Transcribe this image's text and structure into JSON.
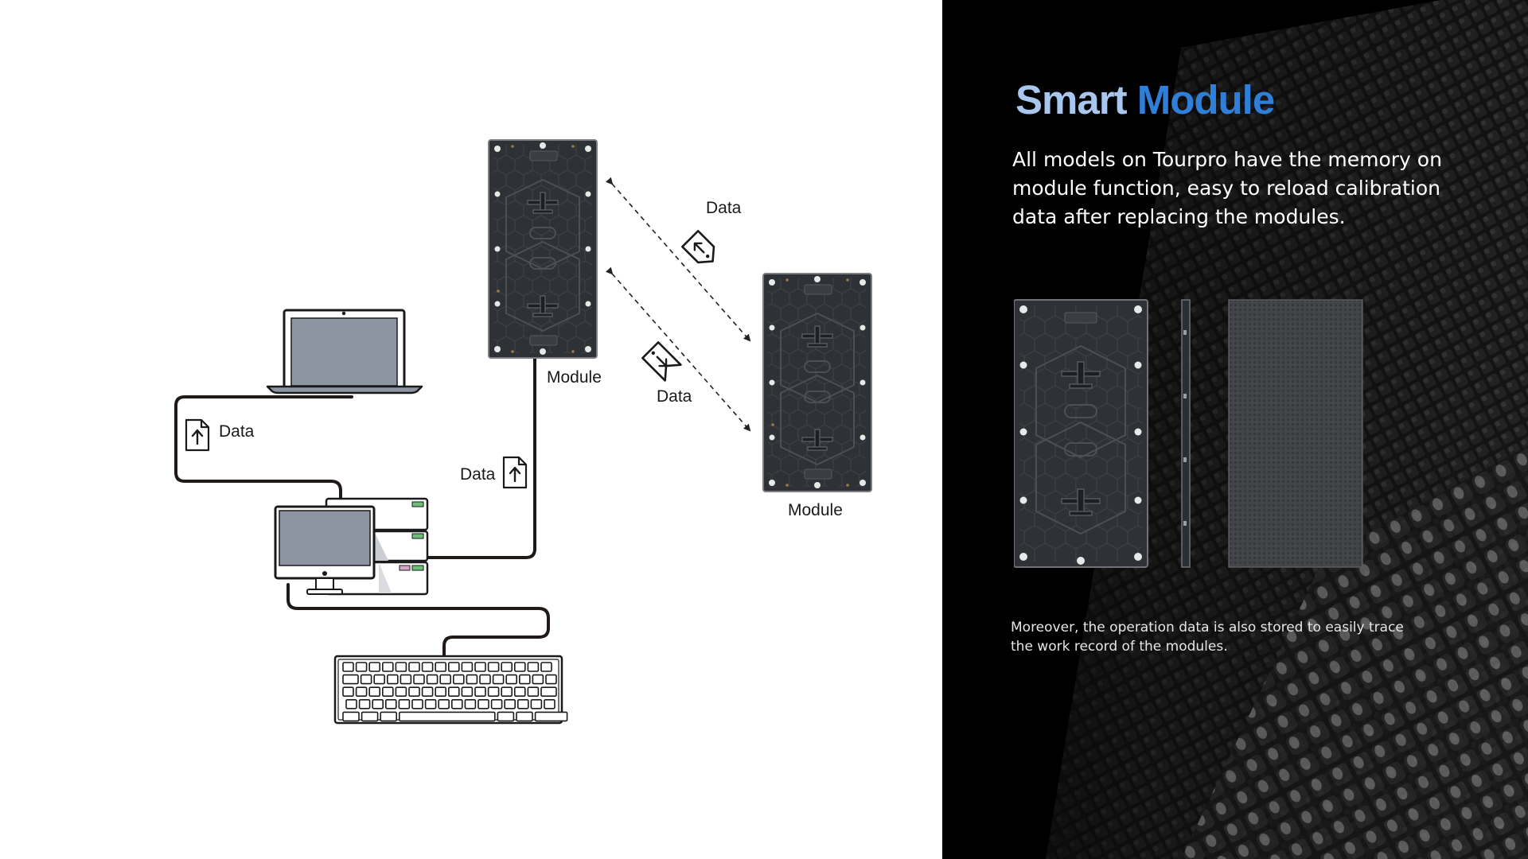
{
  "diagram": {
    "data_labels": {
      "laptop_upload": "Data",
      "pc_upload": "Data",
      "transfer_top": "Data",
      "transfer_bottom": "Data"
    },
    "module_labels": {
      "module_a": "Module",
      "module_b": "Module"
    }
  },
  "panel": {
    "title_word_1": "Smart",
    "title_word_2": "Module",
    "description": "All models on Tourpro have the memory on module function, easy to reload calibration data after replacing the modules.",
    "footnote": "Moreover, the operation data is also stored to easily trace the work record of the modules."
  },
  "colors": {
    "title_light": "#a8c6ee",
    "title_accent": "#2f7fd8",
    "module_body": "#2e3135",
    "screen": "#8d95a3",
    "panel_bg": "#000000"
  },
  "icons": [
    "upload-file-icon",
    "tag-arrow-icon",
    "laptop-icon",
    "desktop-computer-icon",
    "keyboard-icon"
  ]
}
